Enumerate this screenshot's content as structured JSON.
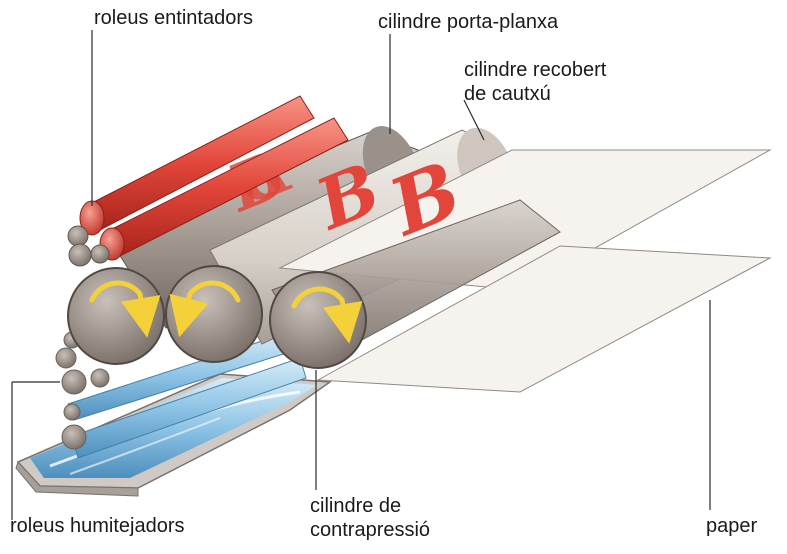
{
  "labels": {
    "inking_rollers": "roleus entintadors",
    "plate_cylinder": "cilindre porta-planxa",
    "blanket_cylinder_line1": "cilindre recobert",
    "blanket_cylinder_line2": "de cautxú",
    "dampening_rollers": "roleus humitejadors",
    "impression_cylinder_line1": "cilindre de",
    "impression_cylinder_line2": "contrapressió",
    "paper": "paper"
  },
  "colors": {
    "ink_red": "#e2463a",
    "cylinder_grey": "#a79d95",
    "water_blue": "#8ec4e6",
    "arrow_yellow": "#f4d03a"
  },
  "icons": [
    "rotation-arrow-icon"
  ]
}
